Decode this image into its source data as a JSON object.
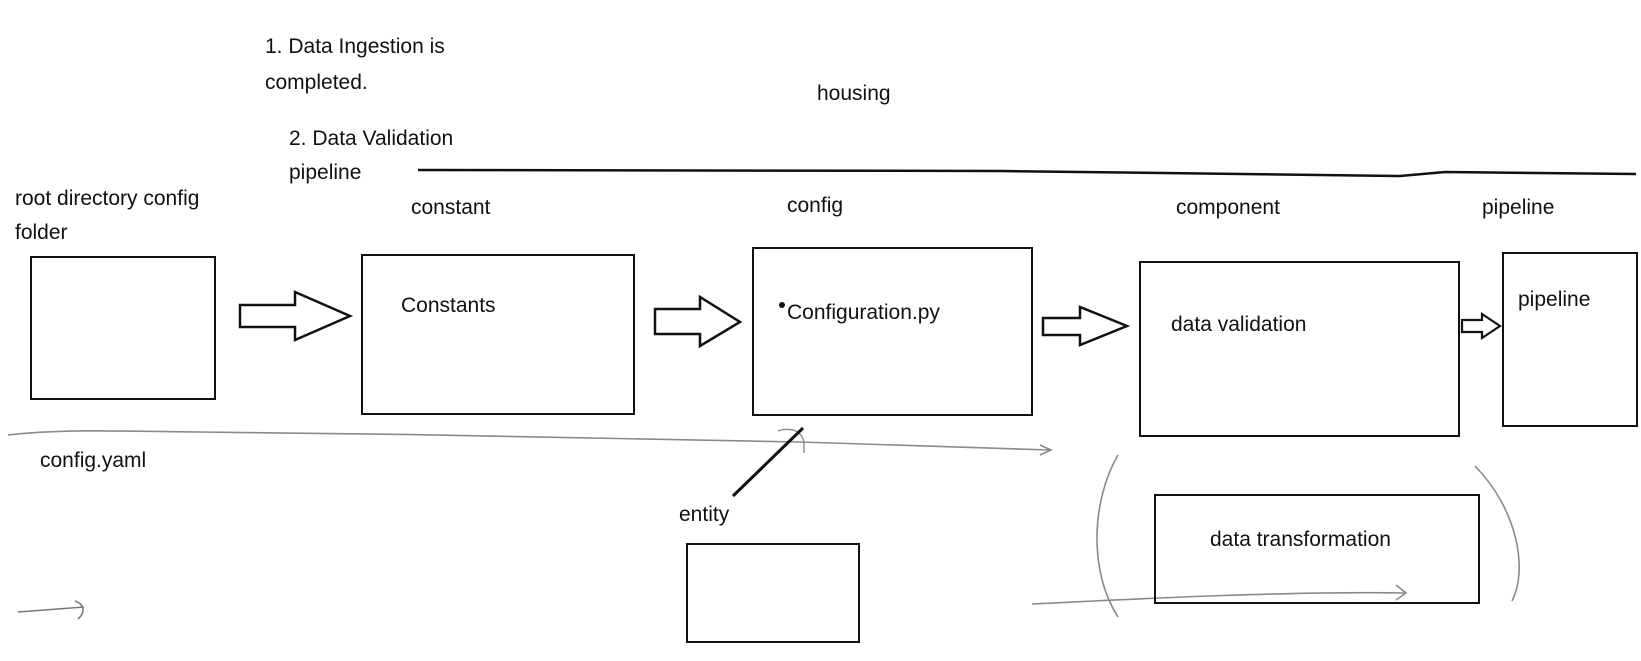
{
  "notes": {
    "line1a": "1. Data Ingestion is",
    "line1b": "completed.",
    "line2a": "2. Data Validation",
    "line2b": "pipeline"
  },
  "header": {
    "project": "housing"
  },
  "columns": {
    "root_label_a": "root directory config",
    "root_label_b": "folder",
    "constant": "constant",
    "config": "config",
    "component": "component",
    "pipeline": "pipeline"
  },
  "boxes": {
    "constants": "Constants",
    "configuration": "Configuration.py",
    "data_validation": "data validation",
    "pipeline": "pipeline",
    "data_transformation": "data transformation"
  },
  "labels": {
    "config_yaml": "config.yaml",
    "entity": "entity"
  }
}
